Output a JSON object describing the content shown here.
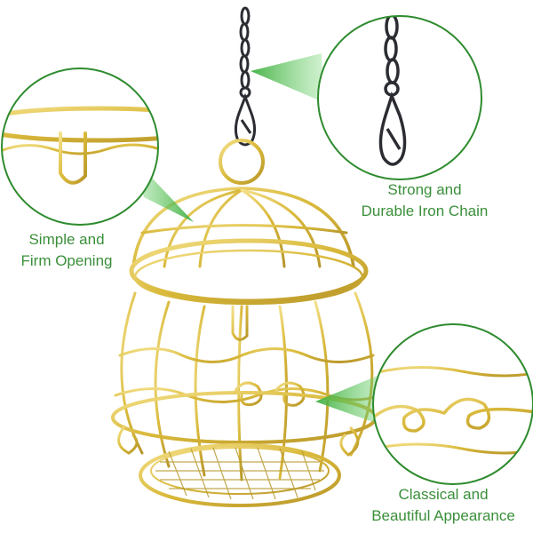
{
  "callouts": {
    "chain": {
      "line1": "Strong and",
      "line2": "Durable Iron Chain"
    },
    "opening": {
      "line1": "Simple and",
      "line2": "Firm Opening"
    },
    "appearance": {
      "line1": "Classical and",
      "line2": "Beautiful Appearance"
    }
  },
  "colors": {
    "label_green": "#3a8f3a",
    "callout_ring": "#2e8b2e",
    "pointer_green": "#5cc45c",
    "cage_gold": "#e0c34a",
    "chain_dark": "#2b2d33"
  },
  "icons": {
    "product": "gold-wire-birdcage-feeder",
    "chain": "iron-hanging-chain"
  }
}
